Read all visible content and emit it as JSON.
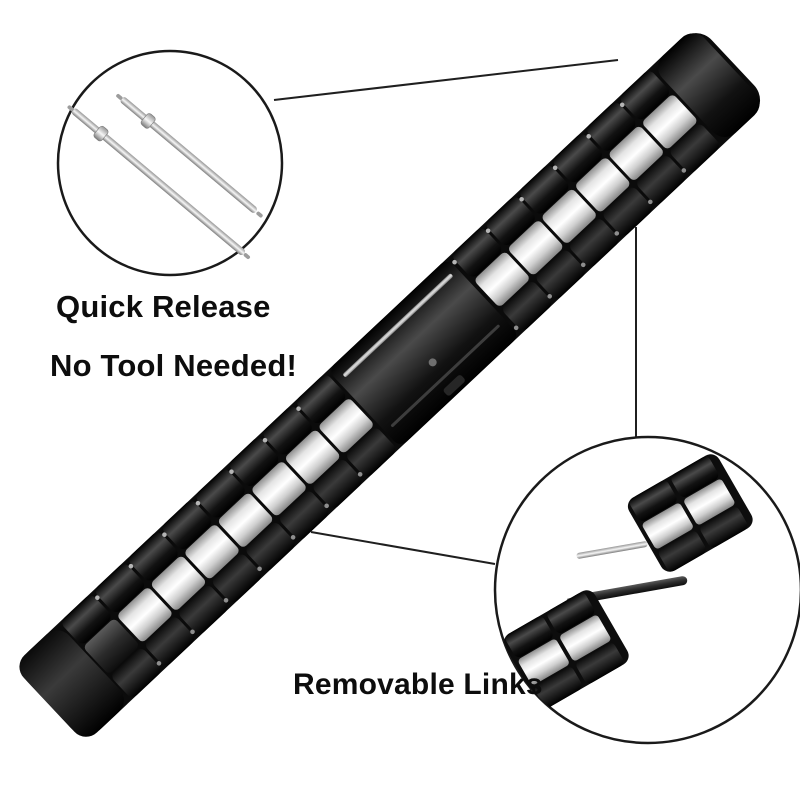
{
  "page": {
    "type": "annotated-product-photo",
    "background": "#ffffff"
  },
  "labels": {
    "quick_release": "Quick Release",
    "no_tool_needed": "No Tool Needed!",
    "removable_links": "Removable Links"
  },
  "colors": {
    "text": "#0d0d0d",
    "callout_outline": "#1a1a1a",
    "leader_line": "#1f1f1f",
    "link_black": "#111111",
    "link_silver": "#e2e2e2",
    "pin_silver": "#c9c9c9"
  },
  "icons": {
    "quick_release_callout": "spring-bar-pins",
    "removable_links_callout": "detached-links-and-pin",
    "main_subject": "two-tone-watch-band"
  }
}
